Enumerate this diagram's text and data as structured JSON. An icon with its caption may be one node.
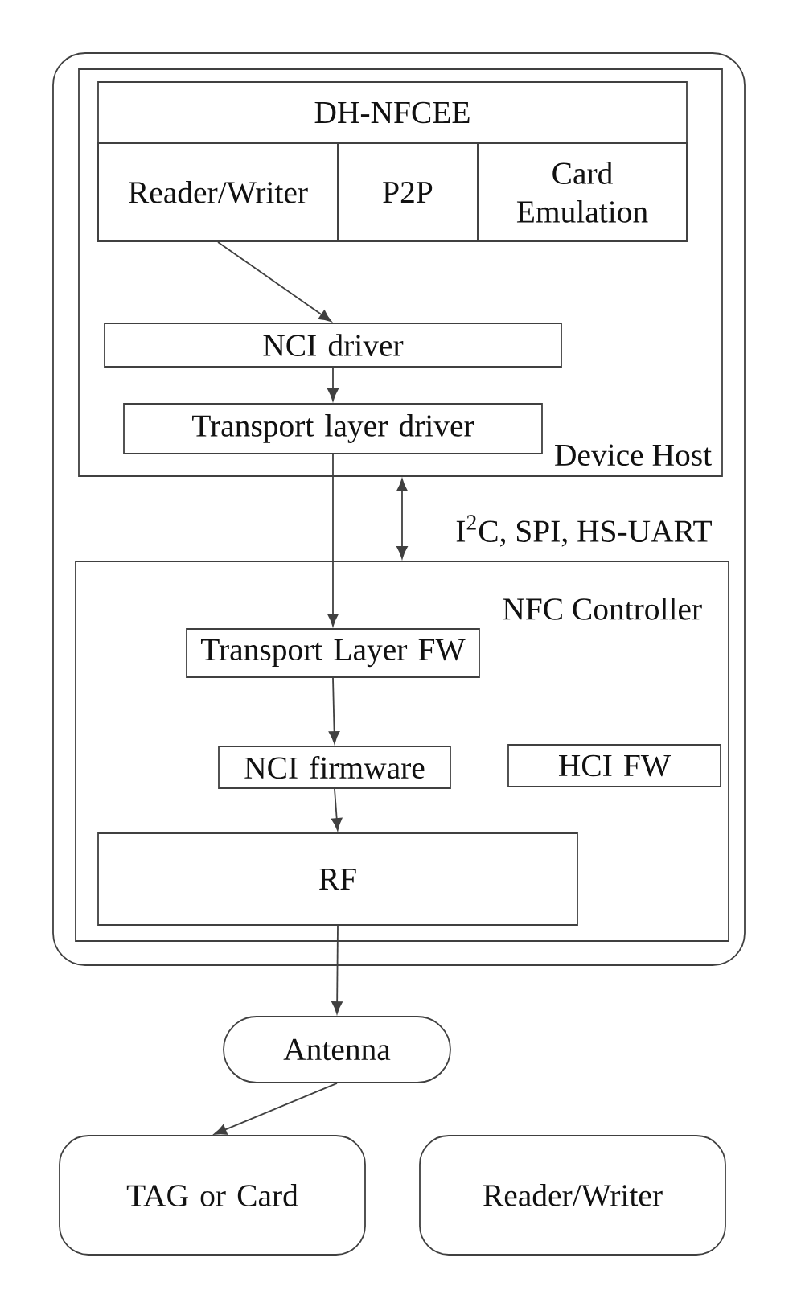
{
  "diagram": {
    "nodes": [
      {
        "text": [],
        "shape": "box"
      },
      {
        "text": [
          "Device Host"
        ],
        "in": 0
      },
      {
        "text": [
          "DH-NFCEE"
        ],
        "in": 1
      },
      {
        "text": [
          "Reader/Writer"
        ],
        "in": 2
      },
      {
        "text": [
          "P2P"
        ],
        "in": 2
      },
      {
        "text": [
          "Card Emulation"
        ],
        "in": 2
      },
      {
        "text": [
          "NCI driver"
        ],
        "in": 1
      },
      {
        "text": [
          "Transport layer driver"
        ],
        "in": 1
      },
      {
        "text": [
          "NFC Controller"
        ],
        "in": 0
      },
      {
        "text": [
          "Transport Layer FW"
        ],
        "in": 8
      },
      {
        "text": [
          "NCI firmware"
        ],
        "in": 8
      },
      {
        "text": [
          "HCI FW"
        ],
        "in": 8
      },
      {
        "text": [
          "RF"
        ],
        "in": 8
      },
      {
        "text": [
          "Antenna"
        ]
      },
      {
        "text": [
          "TAG or Card"
        ]
      },
      {
        "text": [
          "Reader/Writer"
        ]
      }
    ],
    "edges": [
      {
        "from": 3,
        "to": 6,
        "arrow": "to"
      },
      {
        "from": 6,
        "to": 7,
        "arrow": "to"
      },
      {
        "from": 7,
        "to": 9,
        "arrow": "to"
      },
      {
        "from": 1,
        "to": 8,
        "arrow": "both",
        "label": "I$^{2}$C, SPI, HS-UART"
      },
      {
        "from": 9,
        "to": 10,
        "arrow": "to"
      },
      {
        "from": 10,
        "to": 12,
        "arrow": "to"
      },
      {
        "from": 12,
        "to": 13,
        "arrow": "to"
      },
      {
        "from": 13,
        "to": 14,
        "arrow": "to"
      }
    ]
  }
}
